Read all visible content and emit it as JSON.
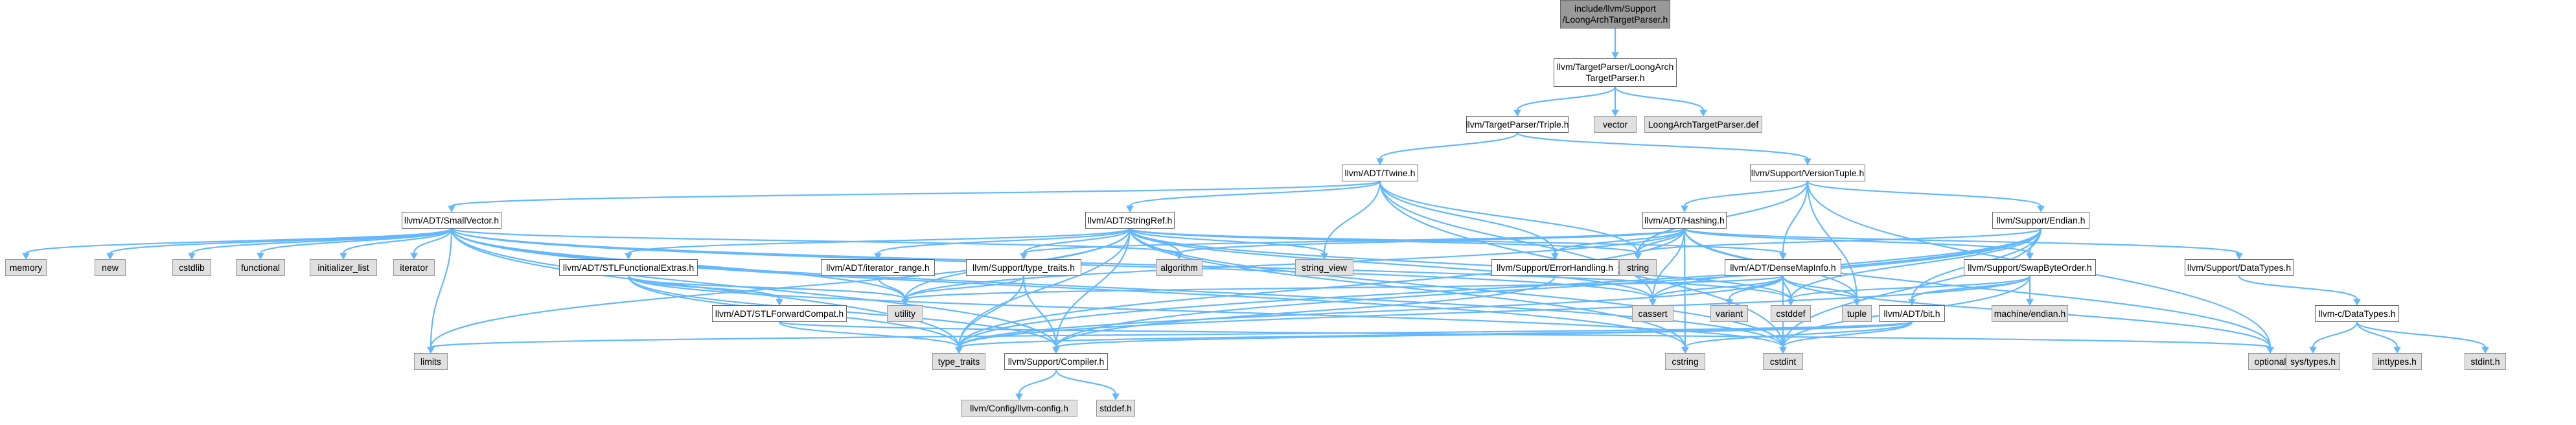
{
  "title": "include/llvm/Support/LoongArchTargetParser.h",
  "colors": {
    "edge": "#63b8ff",
    "root_fill": "#999999",
    "system_header_fill": "#e0e0e0",
    "header_fill": "#ffffff",
    "border": "#666666"
  },
  "nodes": [
    {
      "id": "root",
      "label": "include/llvm/Support\n/LoongArchTargetParser.h",
      "kind": "root"
    },
    {
      "id": "tp_la",
      "label": "llvm/TargetParser/LoongArch\nTargetParser.h",
      "kind": "hdr"
    },
    {
      "id": "triple",
      "label": "llvm/TargetParser/Triple.h",
      "kind": "hdr"
    },
    {
      "id": "vector",
      "label": "vector",
      "kind": "sys"
    },
    {
      "id": "la_def",
      "label": "LoongArchTargetParser.def",
      "kind": "sys"
    },
    {
      "id": "twine",
      "label": "llvm/ADT/Twine.h",
      "kind": "hdr"
    },
    {
      "id": "versiontuple",
      "label": "llvm/Support/VersionTuple.h",
      "kind": "hdr"
    },
    {
      "id": "smallvector",
      "label": "llvm/ADT/SmallVector.h",
      "kind": "hdr"
    },
    {
      "id": "stringref",
      "label": "llvm/ADT/StringRef.h",
      "kind": "hdr"
    },
    {
      "id": "hashing",
      "label": "llvm/ADT/Hashing.h",
      "kind": "hdr"
    },
    {
      "id": "endian",
      "label": "llvm/Support/Endian.h",
      "kind": "hdr"
    },
    {
      "id": "memory",
      "label": "memory",
      "kind": "sys"
    },
    {
      "id": "new",
      "label": "new",
      "kind": "sys"
    },
    {
      "id": "cstdlib",
      "label": "cstdlib",
      "kind": "sys"
    },
    {
      "id": "functional",
      "label": "functional",
      "kind": "sys"
    },
    {
      "id": "initializer_list",
      "label": "initializer_list",
      "kind": "sys"
    },
    {
      "id": "iterator",
      "label": "iterator",
      "kind": "sys"
    },
    {
      "id": "stlfunc",
      "label": "llvm/ADT/STLFunctionalExtras.h",
      "kind": "hdr"
    },
    {
      "id": "iterrange",
      "label": "llvm/ADT/iterator_range.h",
      "kind": "hdr"
    },
    {
      "id": "typetraits_h",
      "label": "llvm/Support/type_traits.h",
      "kind": "hdr"
    },
    {
      "id": "algorithm",
      "label": "algorithm",
      "kind": "sys"
    },
    {
      "id": "string_view",
      "label": "string_view",
      "kind": "sys"
    },
    {
      "id": "string",
      "label": "string",
      "kind": "sys"
    },
    {
      "id": "errhandling",
      "label": "llvm/Support/ErrorHandling.h",
      "kind": "hdr"
    },
    {
      "id": "densemapinfo",
      "label": "llvm/ADT/DenseMapInfo.h",
      "kind": "hdr"
    },
    {
      "id": "swapbyte",
      "label": "llvm/Support/SwapByteOrder.h",
      "kind": "hdr"
    },
    {
      "id": "datatypes",
      "label": "llvm/Support/DataTypes.h",
      "kind": "hdr"
    },
    {
      "id": "stlfwd",
      "label": "llvm/ADT/STLForwardCompat.h",
      "kind": "hdr"
    },
    {
      "id": "utility",
      "label": "utility",
      "kind": "sys"
    },
    {
      "id": "cassert",
      "label": "cassert",
      "kind": "sys"
    },
    {
      "id": "variant",
      "label": "variant",
      "kind": "sys"
    },
    {
      "id": "cstddef",
      "label": "cstddef",
      "kind": "sys"
    },
    {
      "id": "tuple",
      "label": "tuple",
      "kind": "sys"
    },
    {
      "id": "machendian",
      "label": "machine/endian.h",
      "kind": "sys"
    },
    {
      "id": "bit",
      "label": "llvm/ADT/bit.h",
      "kind": "hdr"
    },
    {
      "id": "c_datatypes",
      "label": "llvm-c/DataTypes.h",
      "kind": "hdr"
    },
    {
      "id": "limits",
      "label": "limits",
      "kind": "sys"
    },
    {
      "id": "type_traits",
      "label": "type_traits",
      "kind": "sys"
    },
    {
      "id": "compiler",
      "label": "llvm/Support/Compiler.h",
      "kind": "hdr"
    },
    {
      "id": "cstring",
      "label": "cstring",
      "kind": "sys"
    },
    {
      "id": "cstdint",
      "label": "cstdint",
      "kind": "sys"
    },
    {
      "id": "optional",
      "label": "optional",
      "kind": "sys"
    },
    {
      "id": "systypes",
      "label": "sys/types.h",
      "kind": "sys"
    },
    {
      "id": "inttypes",
      "label": "inttypes.h",
      "kind": "sys"
    },
    {
      "id": "stdint",
      "label": "stdint.h",
      "kind": "sys"
    },
    {
      "id": "llvmconfig",
      "label": "llvm/Config/llvm-config.h",
      "kind": "sys"
    },
    {
      "id": "stddef",
      "label": "stddef.h",
      "kind": "sys"
    }
  ],
  "edges": [
    [
      "root",
      "tp_la"
    ],
    [
      "tp_la",
      "triple"
    ],
    [
      "tp_la",
      "vector"
    ],
    [
      "tp_la",
      "la_def"
    ],
    [
      "triple",
      "twine"
    ],
    [
      "triple",
      "versiontuple"
    ],
    [
      "twine",
      "smallvector"
    ],
    [
      "twine",
      "stringref"
    ],
    [
      "twine",
      "string_view"
    ],
    [
      "twine",
      "string"
    ],
    [
      "twine",
      "errhandling"
    ],
    [
      "twine",
      "cassert"
    ],
    [
      "twine",
      "cstdint"
    ],
    [
      "versiontuple",
      "hashing"
    ],
    [
      "versiontuple",
      "endian"
    ],
    [
      "versiontuple",
      "densemapinfo"
    ],
    [
      "versiontuple",
      "string"
    ],
    [
      "versiontuple",
      "tuple"
    ],
    [
      "versiontuple",
      "optional"
    ],
    [
      "smallvector",
      "memory"
    ],
    [
      "smallvector",
      "new"
    ],
    [
      "smallvector",
      "cstdlib"
    ],
    [
      "smallvector",
      "functional"
    ],
    [
      "smallvector",
      "initializer_list"
    ],
    [
      "smallvector",
      "iterator"
    ],
    [
      "smallvector",
      "algorithm"
    ],
    [
      "smallvector",
      "utility"
    ],
    [
      "smallvector",
      "cassert"
    ],
    [
      "smallvector",
      "cstddef"
    ],
    [
      "smallvector",
      "limits"
    ],
    [
      "smallvector",
      "type_traits"
    ],
    [
      "smallvector",
      "compiler"
    ],
    [
      "smallvector",
      "cstring"
    ],
    [
      "smallvector",
      "cstdint"
    ],
    [
      "stringref",
      "stlfunc"
    ],
    [
      "stringref",
      "iterrange"
    ],
    [
      "stringref",
      "typetraits_h"
    ],
    [
      "stringref",
      "algorithm"
    ],
    [
      "stringref",
      "string_view"
    ],
    [
      "stringref",
      "string"
    ],
    [
      "stringref",
      "densemapinfo"
    ],
    [
      "stringref",
      "utility"
    ],
    [
      "stringref",
      "cassert"
    ],
    [
      "stringref",
      "cstddef"
    ],
    [
      "stringref",
      "limits"
    ],
    [
      "stringref",
      "type_traits"
    ],
    [
      "stringref",
      "compiler"
    ],
    [
      "stringref",
      "cstring"
    ],
    [
      "stringref",
      "cstdint"
    ],
    [
      "hashing",
      "errhandling"
    ],
    [
      "hashing",
      "swapbyte"
    ],
    [
      "hashing",
      "datatypes"
    ],
    [
      "hashing",
      "typetraits_h"
    ],
    [
      "hashing",
      "algorithm"
    ],
    [
      "hashing",
      "string"
    ],
    [
      "hashing",
      "cassert"
    ],
    [
      "hashing",
      "tuple"
    ],
    [
      "hashing",
      "utility"
    ],
    [
      "hashing",
      "cstring"
    ],
    [
      "hashing",
      "optional"
    ],
    [
      "hashing",
      "type_traits"
    ],
    [
      "endian",
      "swapbyte"
    ],
    [
      "endian",
      "bit"
    ],
    [
      "endian",
      "compiler"
    ],
    [
      "endian",
      "cassert"
    ],
    [
      "endian",
      "cstddef"
    ],
    [
      "endian",
      "cstdint"
    ],
    [
      "endian",
      "type_traits"
    ],
    [
      "endian",
      "string"
    ],
    [
      "stlfunc",
      "stlfwd"
    ],
    [
      "stlfunc",
      "utility"
    ],
    [
      "stlfunc",
      "type_traits"
    ],
    [
      "stlfunc",
      "compiler"
    ],
    [
      "stlfunc",
      "cstdint"
    ],
    [
      "iterrange",
      "utility"
    ],
    [
      "typetraits_h",
      "utility"
    ],
    [
      "typetraits_h",
      "type_traits"
    ],
    [
      "typetraits_h",
      "compiler"
    ],
    [
      "errhandling",
      "compiler"
    ],
    [
      "densemapinfo",
      "utility"
    ],
    [
      "densemapinfo",
      "cassert"
    ],
    [
      "densemapinfo",
      "variant"
    ],
    [
      "densemapinfo",
      "cstddef"
    ],
    [
      "densemapinfo",
      "tuple"
    ],
    [
      "densemapinfo",
      "cstdint"
    ],
    [
      "densemapinfo",
      "optional"
    ],
    [
      "densemapinfo",
      "type_traits"
    ],
    [
      "swapbyte",
      "bit"
    ],
    [
      "swapbyte",
      "machendian"
    ],
    [
      "swapbyte",
      "cstddef"
    ],
    [
      "swapbyte",
      "cstdint"
    ],
    [
      "swapbyte",
      "type_traits"
    ],
    [
      "datatypes",
      "c_datatypes"
    ],
    [
      "stlfwd",
      "type_traits"
    ],
    [
      "stlfwd",
      "optional"
    ],
    [
      "bit",
      "compiler"
    ],
    [
      "bit",
      "cstring"
    ],
    [
      "bit",
      "cstdint"
    ],
    [
      "bit",
      "limits"
    ],
    [
      "bit",
      "type_traits"
    ],
    [
      "c_datatypes",
      "systypes"
    ],
    [
      "c_datatypes",
      "inttypes"
    ],
    [
      "c_datatypes",
      "stdint"
    ],
    [
      "compiler",
      "llvmconfig"
    ],
    [
      "compiler",
      "stddef"
    ]
  ]
}
